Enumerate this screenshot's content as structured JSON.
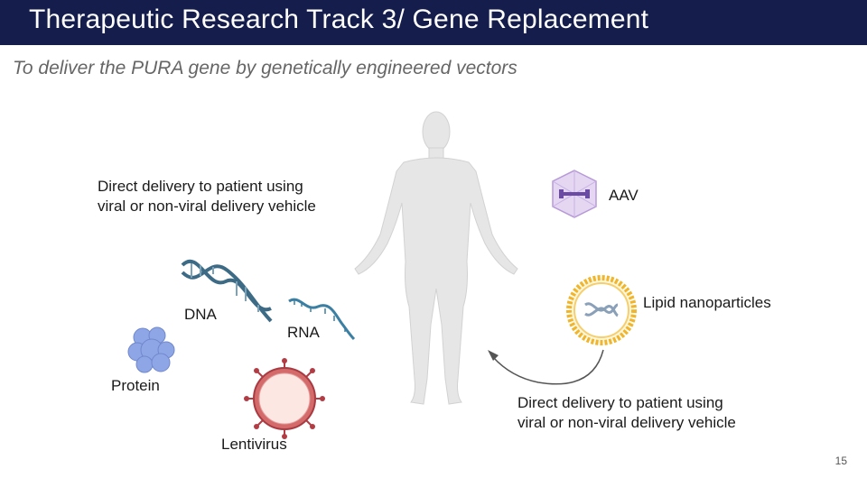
{
  "slide": {
    "title": "Therapeutic Research Track 3/ Gene Replacement",
    "subtitle": "To deliver the PURA gene by genetically engineered vectors",
    "page_number": "15"
  },
  "left_caption": {
    "line1": "Direct delivery to patient using",
    "line2": "viral or non-viral delivery vehicle"
  },
  "right_caption": {
    "line1": "Direct delivery to patient using",
    "line2": "viral or non-viral delivery vehicle"
  },
  "labels": {
    "dna": "DNA",
    "rna": "RNA",
    "protein": "Protein",
    "lentivirus": "Lentivirus",
    "aav": "AAV",
    "lipid_nanoparticles": "Lipid nanoparticles"
  },
  "colors": {
    "title_bar": "#141d4b",
    "dna": "#3d6b86",
    "rna": "#3b7fa3",
    "protein": "#8fa6e6",
    "lentivirus": "#b23b44",
    "aav": "#b79ad9",
    "lipid": "#f0b52a",
    "body": "#e6e6e6"
  }
}
